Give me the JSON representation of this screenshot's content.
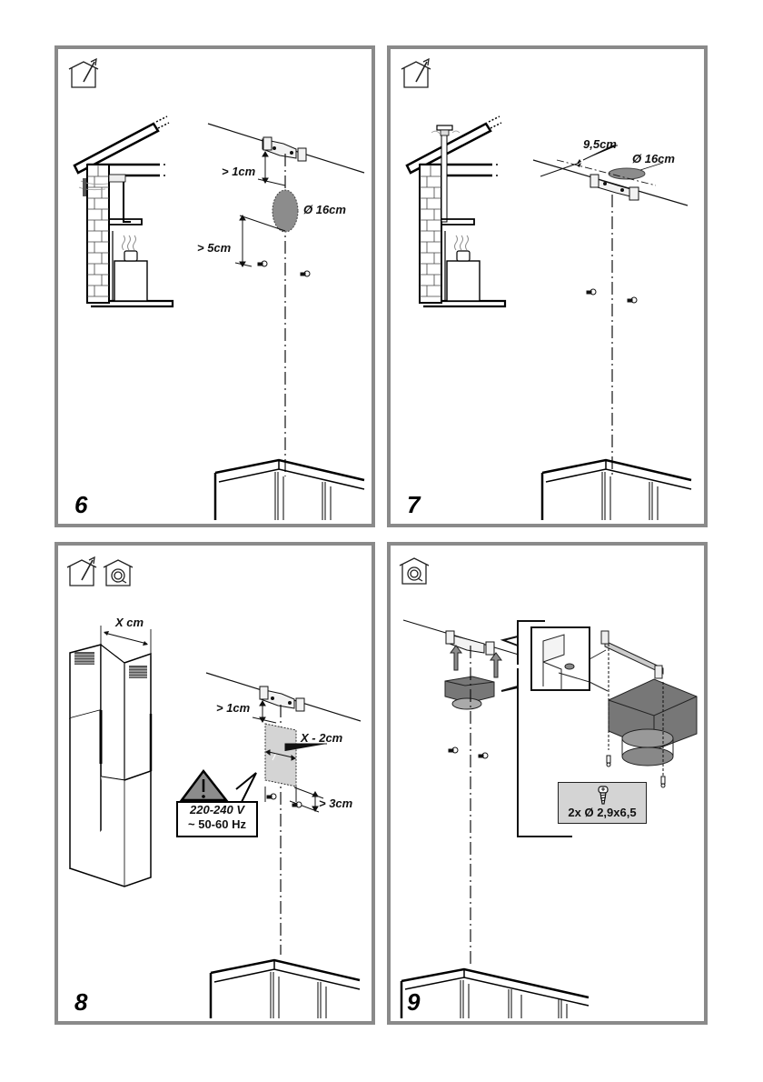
{
  "document": {
    "type": "installation-instructions",
    "panels": [
      {
        "step": "6",
        "icons": [
          "ducted-exhaust-house-icon"
        ],
        "labels": {
          "gap_top": "> 1cm",
          "hole_diameter": "Ø 16cm",
          "gap_bottom": "> 5cm"
        }
      },
      {
        "step": "7",
        "icons": [
          "ducted-exhaust-house-icon"
        ],
        "labels": {
          "offset": "9,5cm",
          "hole_diameter": "Ø 16cm"
        }
      },
      {
        "step": "8",
        "icons": [
          "ducted-exhaust-house-icon",
          "recirculation-house-icon"
        ],
        "labels": {
          "chimney_width": "X cm",
          "gap_top": "> 1cm",
          "socket_width": "X - 2cm",
          "gap_bottom": "> 3cm"
        },
        "warning": {
          "voltage": "220-240 V",
          "frequency": "~ 50-60 Hz"
        }
      },
      {
        "step": "9",
        "icons": [
          "recirculation-house-icon"
        ],
        "labels": {
          "screws": "2x Ø 2,9x6,5"
        }
      }
    ]
  },
  "colors": {
    "panel_border": "#8a8a8a",
    "fill_gray": "#8c8c8c",
    "light_gray": "#d4d4d4"
  }
}
